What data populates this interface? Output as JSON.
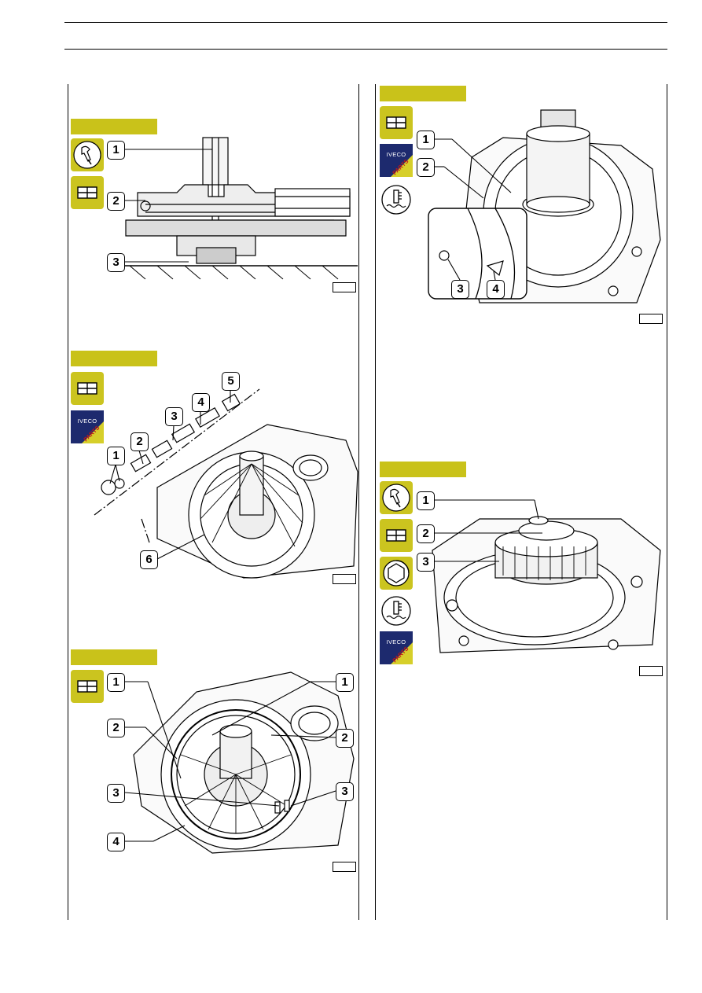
{
  "callouts": {
    "s1": [
      "1",
      "2",
      "3"
    ],
    "s2": [
      "1",
      "2",
      "3",
      "4",
      "5",
      "6"
    ],
    "s3": [
      "1",
      "1",
      "2",
      "2",
      "3",
      "3",
      "4"
    ],
    "s4": [
      "1",
      "2",
      "3",
      "4"
    ],
    "s5": [
      "1",
      "2",
      "3"
    ]
  },
  "icons": {
    "iveco_brand": "IVECO",
    "iveco_parts": "PARTS"
  },
  "colors": {
    "tab": "#c9c21a",
    "icon_bg": "#cbc41f",
    "iveco_blue": "#1d2a6e",
    "parts_red": "#c01818"
  }
}
